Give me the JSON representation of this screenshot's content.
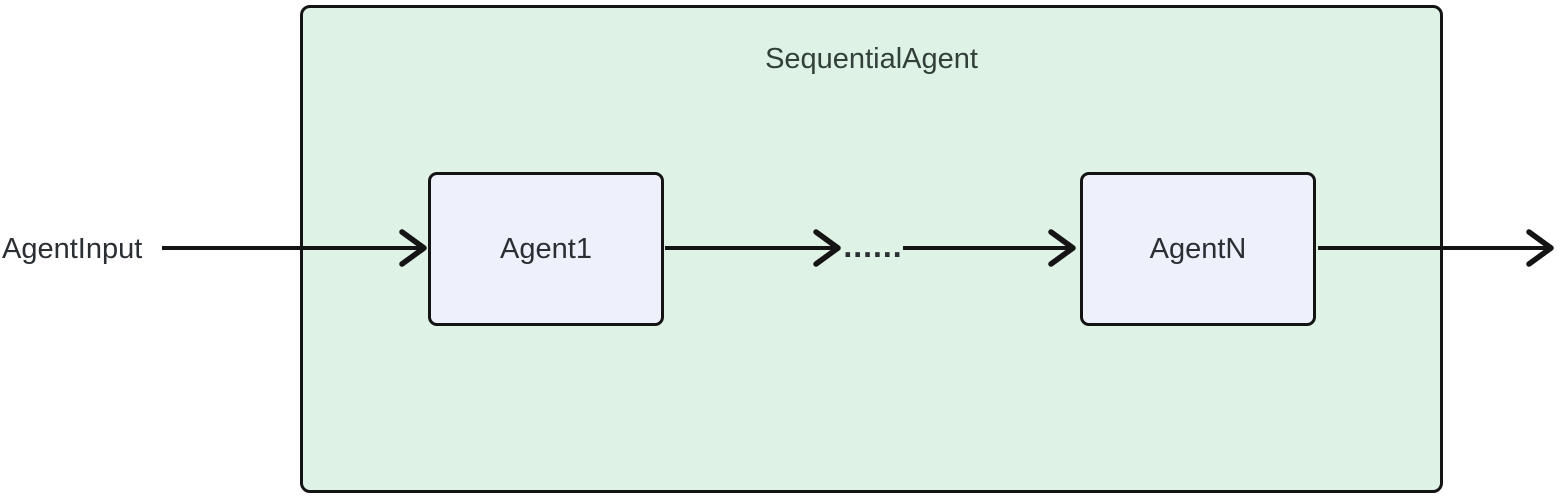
{
  "diagram": {
    "type": "flowchart",
    "container": {
      "label": "SequentialAgent"
    },
    "input_label": "AgentInput",
    "nodes": [
      {
        "id": "agent1",
        "label": "Agent1"
      },
      {
        "id": "agentn",
        "label": "AgentN"
      }
    ],
    "ellipsis": "......",
    "flow": "AgentInput -> Agent1 -> ...... -> AgentN -> out",
    "colors": {
      "container_fill": "#def2e6",
      "node_fill": "#eef1fb",
      "border": "#141414",
      "arrow": "#141414",
      "text": "#2b2f33",
      "title": "#32403a"
    }
  }
}
